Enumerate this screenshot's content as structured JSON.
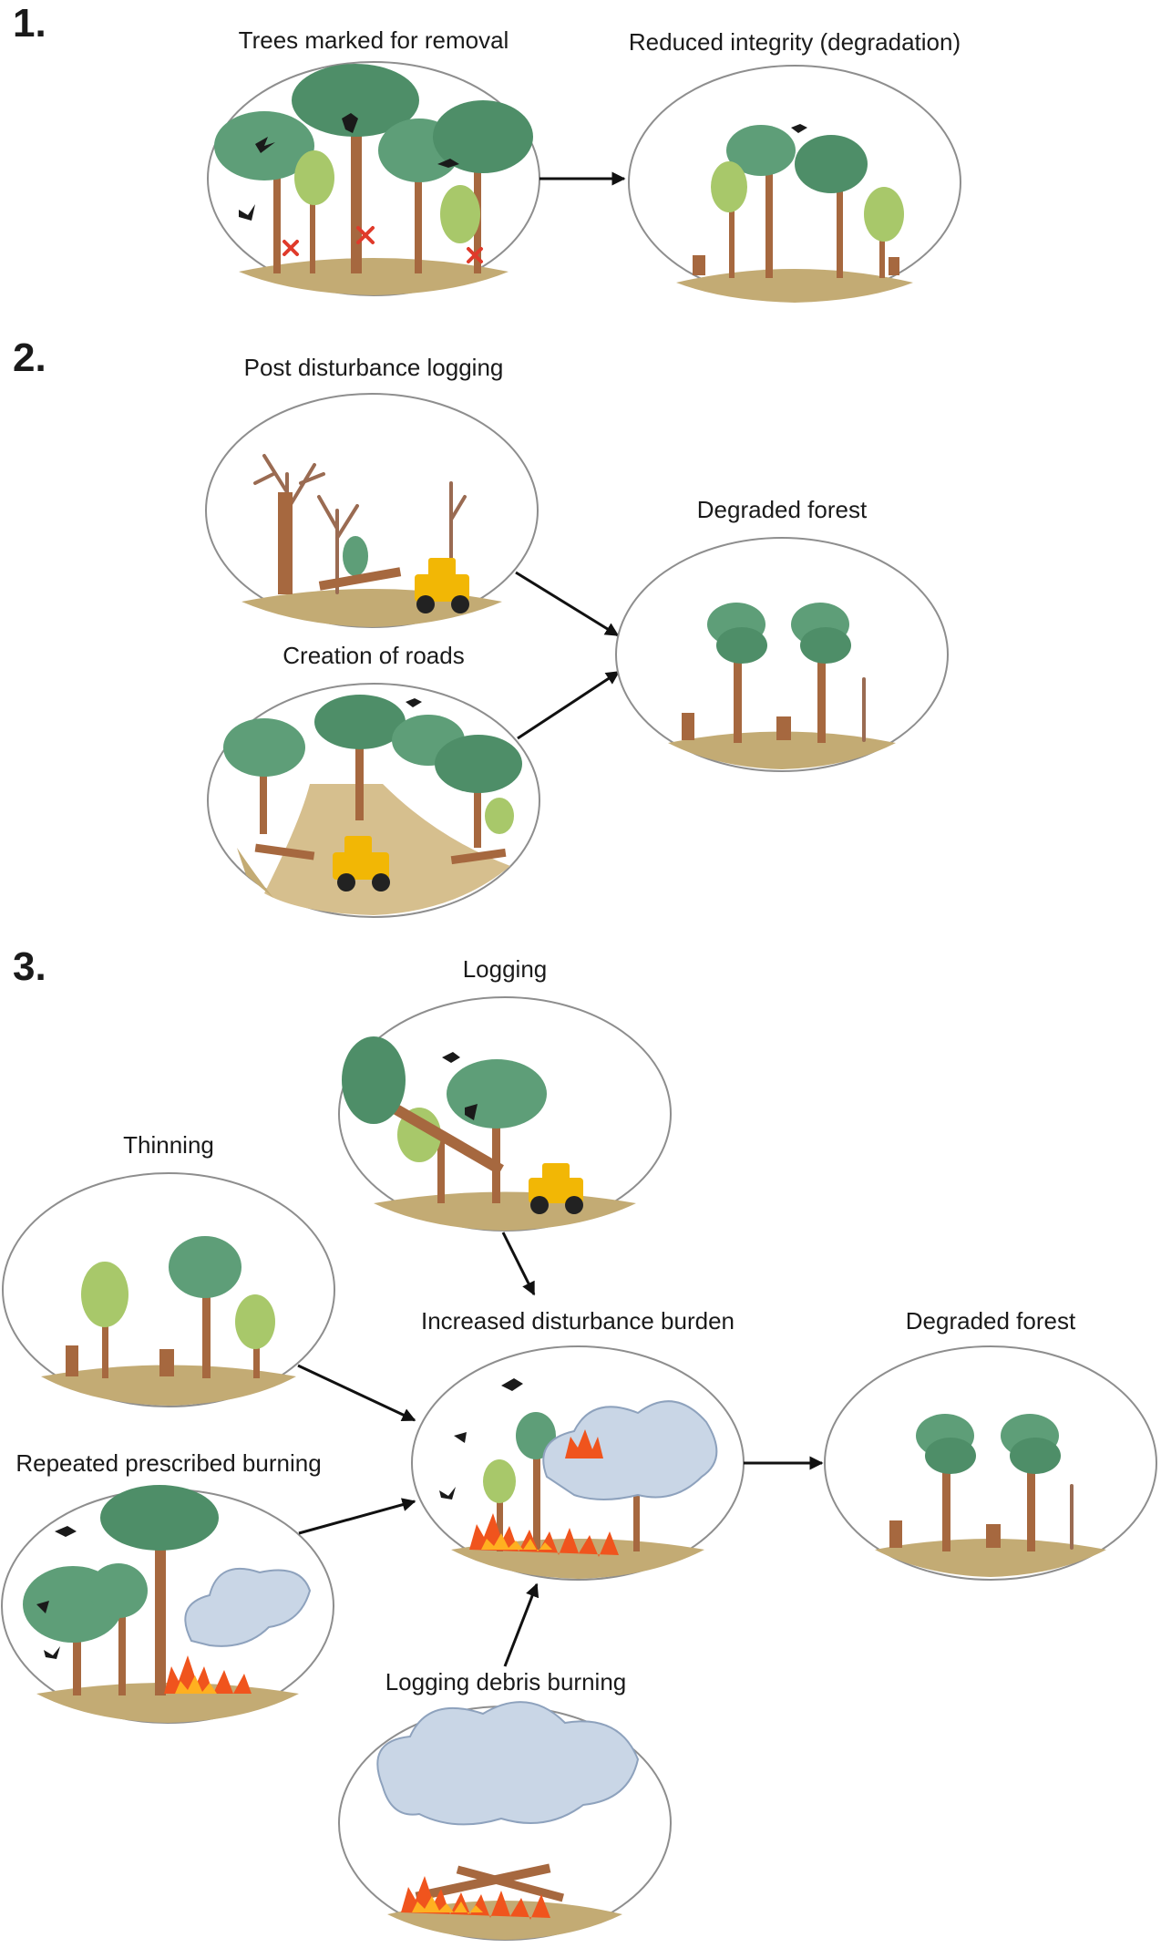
{
  "sections": {
    "s1": {
      "number": "1.",
      "from_label": "Trees marked for removal",
      "to_label": "Reduced integrity (degradation)"
    },
    "s2": {
      "number": "2.",
      "post_disturbance_label": "Post disturbance logging",
      "roads_label": "Creation of roads",
      "result_label": "Degraded forest"
    },
    "s3": {
      "number": "3.",
      "logging_label": "Logging",
      "thinning_label": "Thinning",
      "burning_label": "Repeated prescribed burning",
      "center_label": "Increased disturbance burden",
      "debris_label": "Logging debris burning",
      "result_label": "Degraded forest"
    }
  },
  "colors": {
    "canopy": "#5e9e78",
    "trunk": "#a6683f",
    "ground": "#c3ab74",
    "fire": "#f0541d",
    "smoke": "#c9d6e6",
    "machinery": "#f2b705"
  }
}
